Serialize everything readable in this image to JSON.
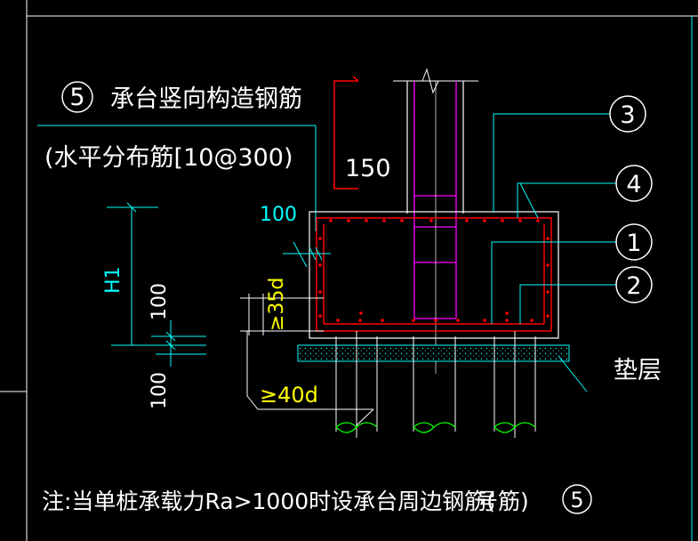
{
  "drawing": {
    "title_marker": "5",
    "title": "承台竖向构造钢筋",
    "subtitle": "(水平分布筋[10@300)",
    "dim_150": "150",
    "dim_100_top": "100",
    "dim_100_left_a": "100",
    "dim_100_left_b": "100",
    "h1_label": "H1",
    "dim_35d": "≥35d",
    "dim_40d": "≥40d",
    "callouts": [
      "3",
      "4",
      "1",
      "2"
    ],
    "cushion_label": "垫层",
    "note": "注:当单桩承载力Ra>1000时设承台周边钢筋(",
    "note_tail": "号筋)",
    "note_marker": "5"
  },
  "colors": {
    "background": "#000000",
    "cyan": "#00ffff",
    "red": "#ff0000",
    "magenta": "#ff00ff",
    "green": "#00ff00",
    "yellow": "#ffff00",
    "white": "#ffffff"
  }
}
